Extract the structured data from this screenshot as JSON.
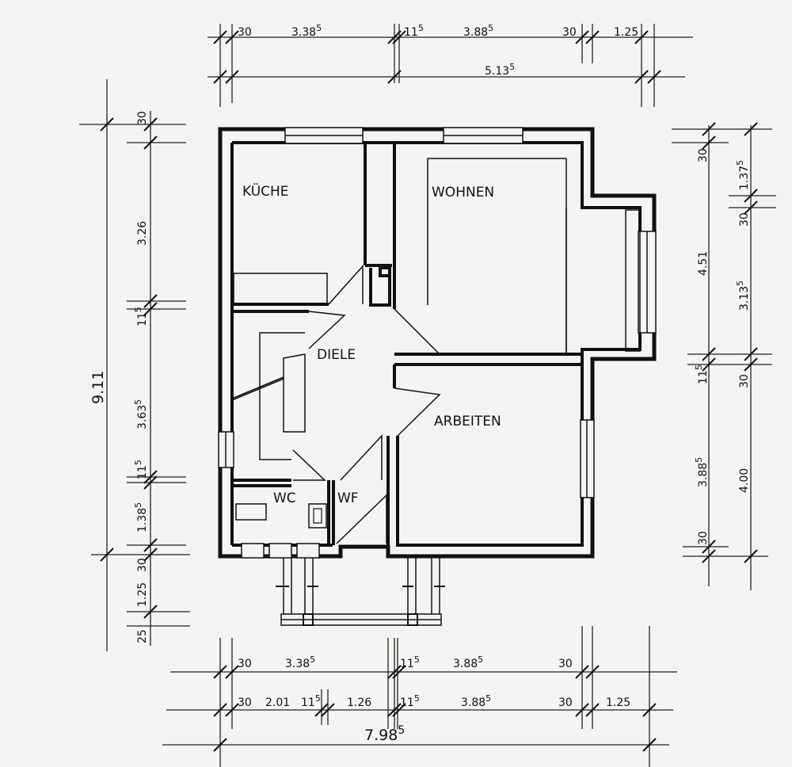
{
  "rooms": {
    "kueche": "KÜCHE",
    "wohnen": "WOHNEN",
    "diele": "DIELE",
    "arbeiten": "ARBEITEN",
    "wc": "WC",
    "wf": "WF"
  },
  "top_dims": {
    "row1": [
      {
        "main": "30",
        "sup": ""
      },
      {
        "main": "3.38",
        "sup": "5"
      },
      {
        "main": "11",
        "sup": "5"
      },
      {
        "main": "3.88",
        "sup": "5"
      },
      {
        "main": "30",
        "sup": ""
      },
      {
        "main": "1.25",
        "sup": ""
      }
    ],
    "row2": {
      "main": "5.13",
      "sup": "5"
    }
  },
  "left_dims": {
    "total": "9.11",
    "segments": [
      {
        "main": "30",
        "sup": ""
      },
      {
        "main": "3.26",
        "sup": ""
      },
      {
        "main": "11",
        "sup": "5"
      },
      {
        "main": "3.63",
        "sup": "5"
      },
      {
        "main": "11",
        "sup": "5"
      },
      {
        "main": "1.38",
        "sup": "5"
      },
      {
        "main": "30",
        "sup": ""
      },
      {
        "main": "1.25",
        "sup": ""
      },
      {
        "main": "25",
        "sup": ""
      }
    ]
  },
  "right_dims": {
    "outer": [
      {
        "main": "30",
        "sup": ""
      },
      {
        "main": "4.51",
        "sup": ""
      },
      {
        "main": "11",
        "sup": "5"
      },
      {
        "main": "3.88",
        "sup": "5"
      },
      {
        "main": "30",
        "sup": ""
      }
    ],
    "inner": [
      {
        "main": "1.37",
        "sup": "5"
      },
      {
        "main": "30",
        "sup": ""
      },
      {
        "main": "3.13",
        "sup": "5"
      },
      {
        "main": "30",
        "sup": ""
      },
      {
        "main": "4.00",
        "sup": ""
      }
    ]
  },
  "bottom_dims": {
    "row1": [
      {
        "main": "30",
        "sup": ""
      },
      {
        "main": "3.38",
        "sup": "5"
      },
      {
        "main": "11",
        "sup": "5"
      },
      {
        "main": "3.88",
        "sup": "5"
      },
      {
        "main": "30",
        "sup": ""
      }
    ],
    "row2": [
      {
        "main": "30",
        "sup": ""
      },
      {
        "main": "2.01",
        "sup": ""
      },
      {
        "main": "11",
        "sup": "5"
      },
      {
        "main": "1.26",
        "sup": ""
      },
      {
        "main": "11",
        "sup": "5"
      },
      {
        "main": "3.88",
        "sup": "5"
      },
      {
        "main": "30",
        "sup": ""
      },
      {
        "main": "1.25",
        "sup": ""
      }
    ],
    "total": {
      "main": "7.98",
      "sup": "5"
    }
  }
}
